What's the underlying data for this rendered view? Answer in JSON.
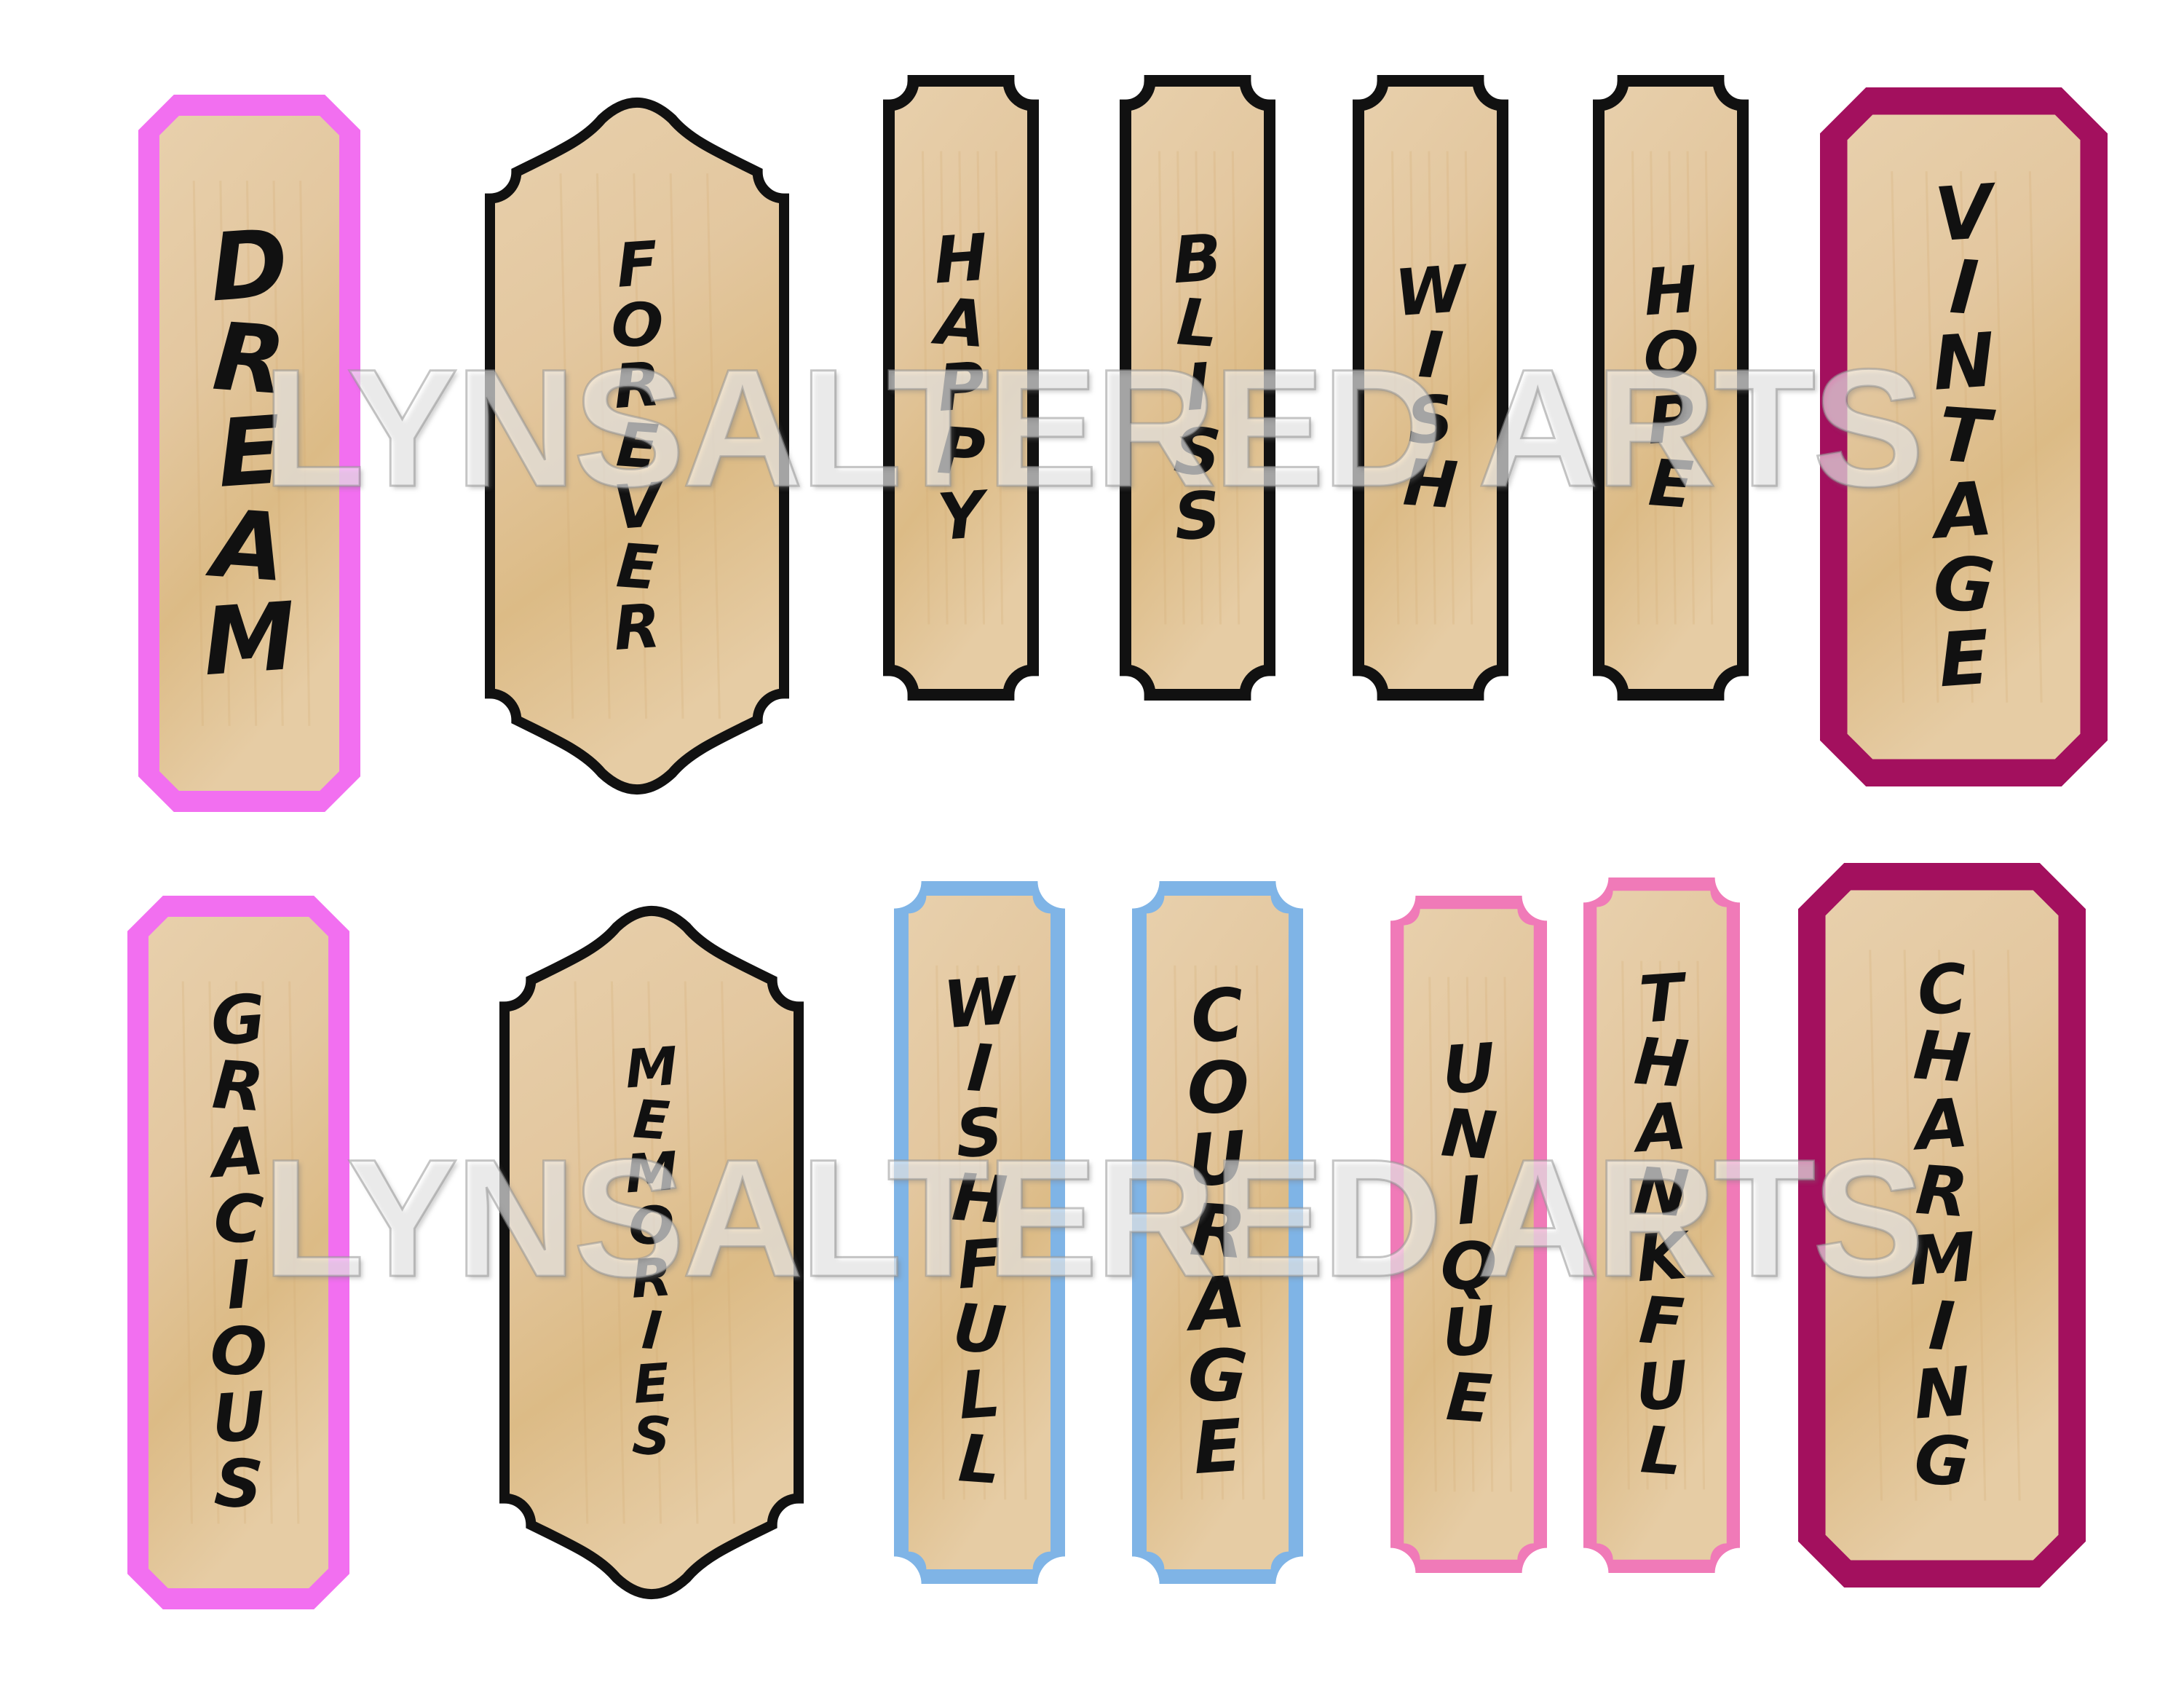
{
  "watermark": "LYNSALTERED ARTS",
  "colors": {
    "tag_fill": "#e3c79f",
    "tag_grain": "#d2ac74",
    "border_black": "#111111",
    "border_pink": "#f26ff0",
    "border_magenta": "#a3105e",
    "border_blue": "#7fb4e6",
    "border_rose": "#f07ab8"
  },
  "tags": [
    {
      "word": "DREAM",
      "shape": "octagon",
      "border": "border_pink",
      "icon": "tag-octagon-icon"
    },
    {
      "word": "FOREVER",
      "shape": "scalloped",
      "border": "border_black",
      "icon": "tag-scalloped-icon"
    },
    {
      "word": "HAPPY",
      "shape": "notched",
      "border": "border_black",
      "icon": "tag-notched-icon"
    },
    {
      "word": "BLISS",
      "shape": "notched",
      "border": "border_black",
      "icon": "tag-notched-icon"
    },
    {
      "word": "WISH",
      "shape": "notched",
      "border": "border_black",
      "icon": "tag-notched-icon"
    },
    {
      "word": "HOPE",
      "shape": "notched",
      "border": "border_black",
      "icon": "tag-notched-icon"
    },
    {
      "word": "VINTAGE",
      "shape": "octagon",
      "border": "border_magenta",
      "icon": "tag-octagon-icon"
    },
    {
      "word": "GRACIOUS",
      "shape": "octagon",
      "border": "border_pink",
      "icon": "tag-octagon-icon"
    },
    {
      "word": "MEMORIES",
      "shape": "scalloped",
      "border": "border_black",
      "icon": "tag-scalloped-icon"
    },
    {
      "word": "WISHFULL",
      "shape": "notched",
      "border": "border_blue",
      "icon": "tag-notched-icon"
    },
    {
      "word": "COURAGE",
      "shape": "notched",
      "border": "border_blue",
      "icon": "tag-notched-icon"
    },
    {
      "word": "UNIQUE",
      "shape": "notched",
      "border": "border_rose",
      "icon": "tag-notched-icon"
    },
    {
      "word": "THANKFUL",
      "shape": "notched",
      "border": "border_rose",
      "icon": "tag-notched-icon"
    },
    {
      "word": "CHARMING",
      "shape": "octagon",
      "border": "border_magenta",
      "icon": "tag-octagon-icon"
    }
  ]
}
